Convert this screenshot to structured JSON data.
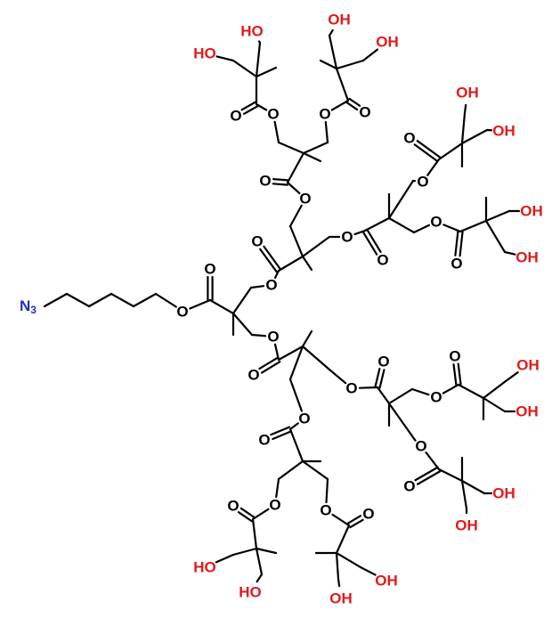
{
  "colors": {
    "bond": "#000000",
    "oxygen": "#000000",
    "hydroxyl": "#e21a1a",
    "azide": "#1f2fbf",
    "background": "#ffffff"
  },
  "labels": {
    "oxygen": "O",
    "hydroxyl": "OH",
    "hydroxyl_left": "HO",
    "azide_main": "N",
    "azide_sub": "3"
  }
}
